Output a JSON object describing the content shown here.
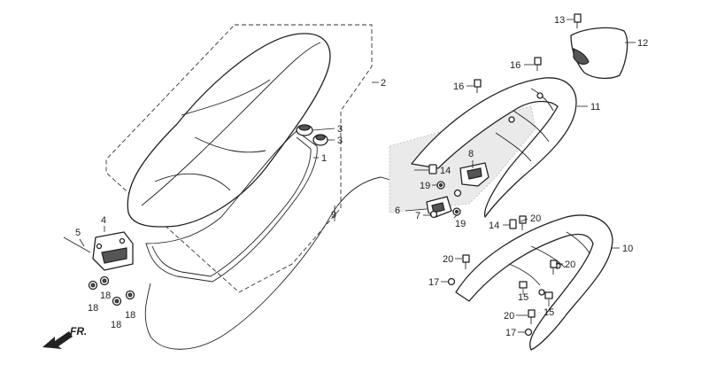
{
  "diagram": {
    "callouts": {
      "p1": "1",
      "p2": "2",
      "p3a": "3",
      "p3b": "3",
      "p4": "4",
      "p5": "5",
      "p6": "6",
      "p7": "7",
      "p8": "8",
      "p9": "9",
      "p10": "10",
      "p11": "11",
      "p12": "12",
      "p13": "13",
      "p14a": "14",
      "p14b": "14",
      "p15a": "15",
      "p15b": "15",
      "p16a": "16",
      "p16b": "16",
      "p17a": "17",
      "p17b": "17",
      "p18a": "18",
      "p18b": "18",
      "p18c": "18",
      "p18d": "18",
      "p19a": "19",
      "p19b": "19",
      "p20a": "20",
      "p20b": "20",
      "p20c": "20",
      "p20d": "20"
    },
    "direction_label": "FR."
  }
}
